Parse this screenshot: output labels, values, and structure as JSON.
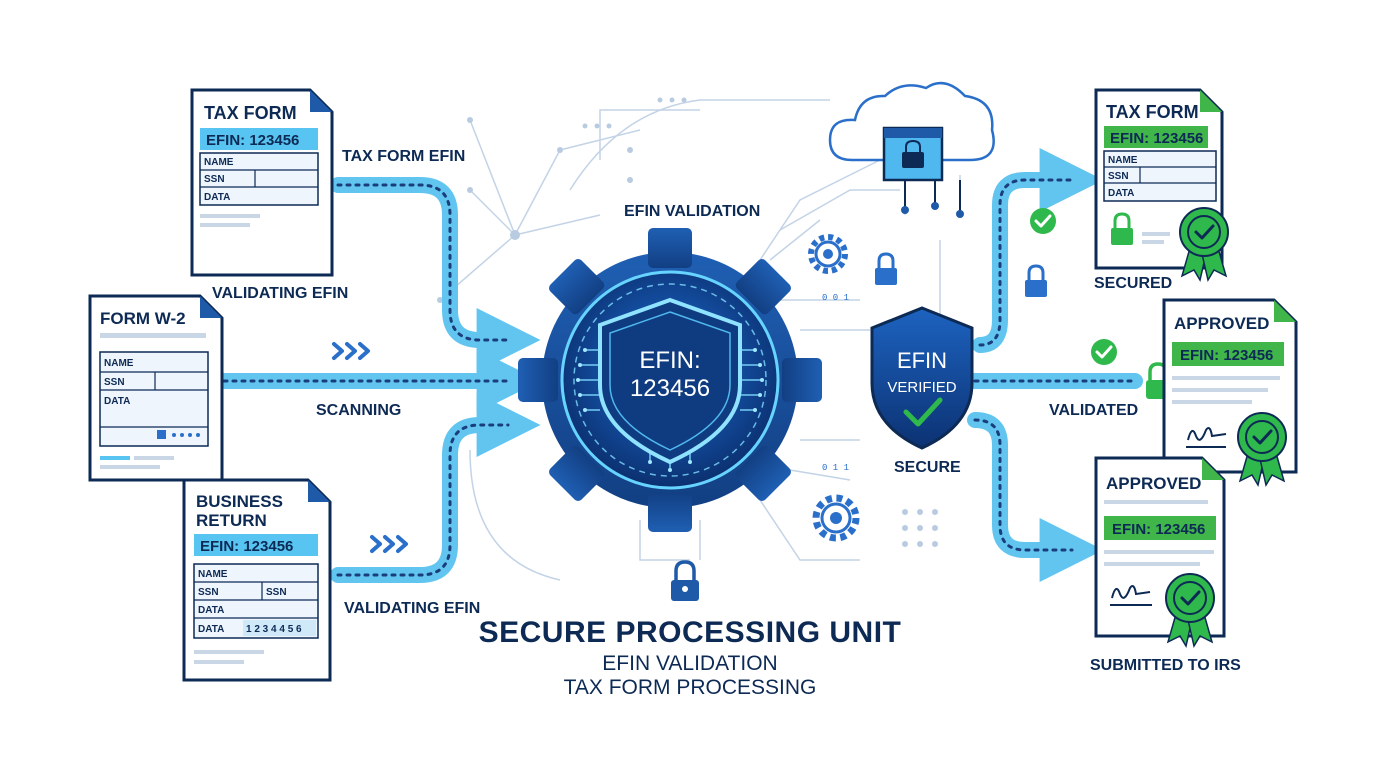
{
  "colors": {
    "navy": "#0d2a55",
    "flow_blue": "#62c5ef",
    "efin_bar_blue": "#57c4f1",
    "efin_bar_green": "#3fb54a",
    "check_green": "#2fb84b",
    "gear_blue": "#1e5aa8",
    "circuit_gray": "#b9cbe0"
  },
  "inputs": {
    "tax_form": {
      "title": "TAX FORM",
      "efin": "EFIN: 123456",
      "rows": [
        "NAME",
        "SSN",
        "DATA"
      ],
      "flow_label": "TAX FORM EFIN",
      "caption": "VALIDATING EFIN"
    },
    "w2": {
      "title": "FORM W-2",
      "rows": [
        "NAME",
        "SSN",
        "DATA"
      ],
      "caption": "SCANNING"
    },
    "business_return": {
      "title_line1": "BUSINESS",
      "title_line2": "RETURN",
      "efin": "EFIN: 123456",
      "rows": [
        "NAME",
        "SSN",
        "SSN",
        "DATA",
        "DATA",
        "1 2 3 4 4 5 6"
      ],
      "caption": "VALIDATING EFIN"
    }
  },
  "center": {
    "label_top": "EFIN VALIDATION",
    "shield_line1": "EFIN:",
    "shield_line2": "123456",
    "verified_line1": "EFIN",
    "verified_line2": "VERIFIED",
    "secure_label": "SECURE",
    "title": "SECURE PROCESSING UNIT",
    "subtitle1": "EFIN VALIDATION",
    "subtitle2": "TAX FORM PROCESSING",
    "binary_top": "0 0 1",
    "binary_bottom": "0 1 1"
  },
  "outputs": {
    "secured": {
      "title": "TAX FORM",
      "efin": "EFIN: 123456",
      "rows": [
        "NAME",
        "SSN",
        "DATA"
      ],
      "caption": "SECURED"
    },
    "validated": {
      "title": "APPROVED",
      "efin": "EFIN: 123456",
      "caption": "VALIDATED"
    },
    "submitted": {
      "title": "APPROVED",
      "efin": "EFIN: 123456",
      "caption": "SUBMITTED TO IRS"
    }
  },
  "icons": [
    "shield-icon",
    "gear-icon",
    "lock-icon",
    "cloud-icon",
    "check-icon",
    "award-seal-icon",
    "signature-icon",
    "chevrons-icon"
  ]
}
